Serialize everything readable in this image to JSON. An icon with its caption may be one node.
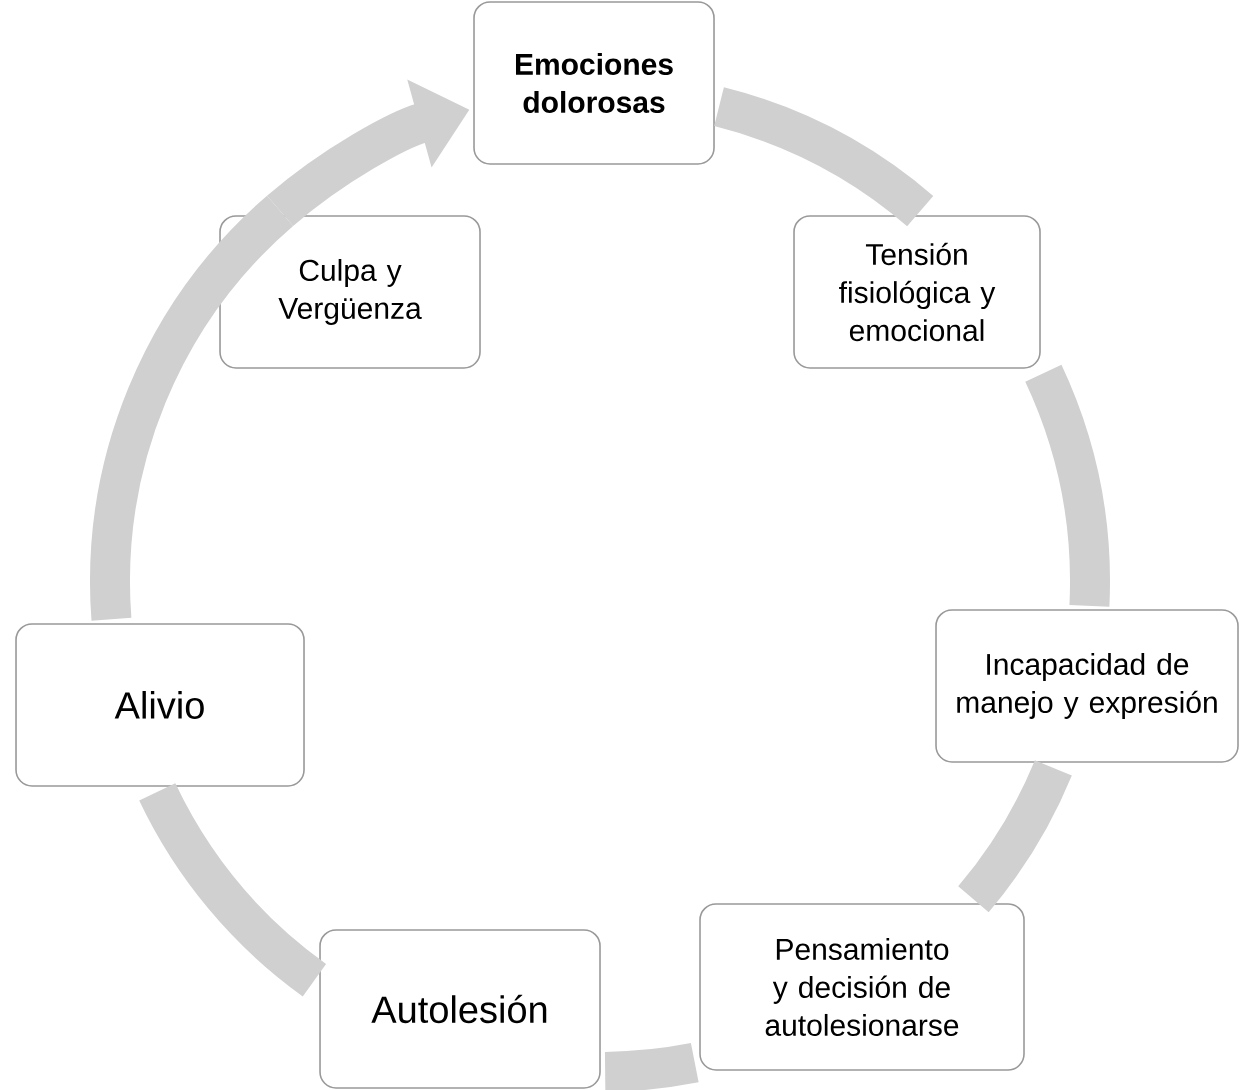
{
  "diagram": {
    "nodes": [
      {
        "text": [
          "Emociones dolorosas"
        ]
      },
      {
        "text": [
          "Tensión fisiológica y emocional"
        ]
      },
      {
        "text": [
          "Incapacidad de manejo y expresión"
        ]
      },
      {
        "text": [
          "Pensamiento y decisión de autolesionarse"
        ]
      },
      {
        "text": [
          "Autolesión"
        ]
      },
      {
        "text": [
          "Alivio"
        ]
      },
      {
        "text": [
          "Culpa y Vergüenza"
        ]
      }
    ],
    "edges": [
      {
        "from": 0,
        "to": 1,
        "arrow": "none"
      },
      {
        "from": 1,
        "to": 2,
        "arrow": "none"
      },
      {
        "from": 2,
        "to": 3,
        "arrow": "none"
      },
      {
        "from": 3,
        "to": 4,
        "arrow": "none"
      },
      {
        "from": 4,
        "to": 5,
        "arrow": "none"
      },
      {
        "from": 5,
        "to": 6,
        "arrow": "none"
      },
      {
        "from": 6,
        "to": 0,
        "arrow": "to"
      }
    ]
  }
}
